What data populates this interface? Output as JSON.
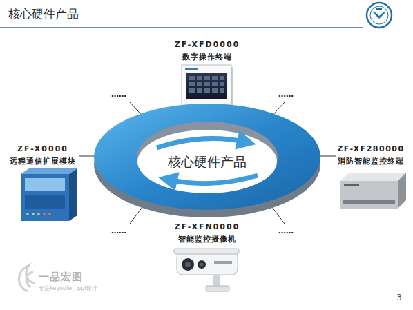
{
  "diagram": {
    "title": "核心硬件产品",
    "nodes": [
      {
        "text": [
          "核心硬件产品"
        ]
      }
    ],
    "labels": [
      "ZF-XFD0000",
      "数字操作终端",
      "ZF-X0000",
      "远程通信扩展模块",
      "ZF-XF280000",
      "消防智能监控终端",
      "ZF-XFN0000",
      "智能监控摄像机",
      "……",
      "……",
      "……",
      "……",
      "一品宏图",
      "专注keynote、ppt设计",
      "3"
    ]
  }
}
